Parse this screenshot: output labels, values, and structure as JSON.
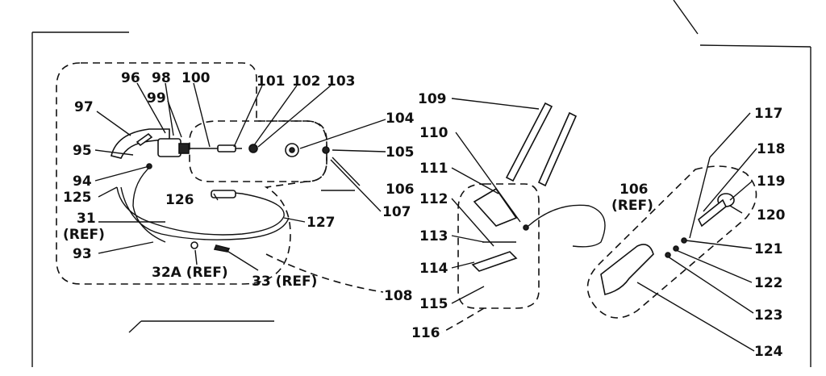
{
  "diagram": {
    "labels": {
      "p93": "93",
      "p94": "94",
      "p95": "95",
      "p96": "96",
      "p97": "97",
      "p98": "98",
      "p99": "99",
      "p100": "100",
      "p101": "101",
      "p102": "102",
      "p103": "103",
      "p104": "104",
      "p105": "105",
      "p106": "106",
      "p107": "107",
      "p108": "108",
      "p109": "109",
      "p110": "110",
      "p111": "111",
      "p112": "112",
      "p113": "113",
      "p114": "114",
      "p115": "115",
      "p116": "116",
      "p117": "117",
      "p118": "118",
      "p119": "119",
      "p120": "120",
      "p121": "121",
      "p122": "122",
      "p123": "123",
      "p124": "124",
      "p125": "125",
      "p126": "126",
      "p127": "127",
      "p31": "31",
      "p31ref": "(REF)",
      "p32a": "32A (REF)",
      "p33": "33 (REF)",
      "p106ref": "106",
      "p106ref2": "(REF)"
    }
  }
}
